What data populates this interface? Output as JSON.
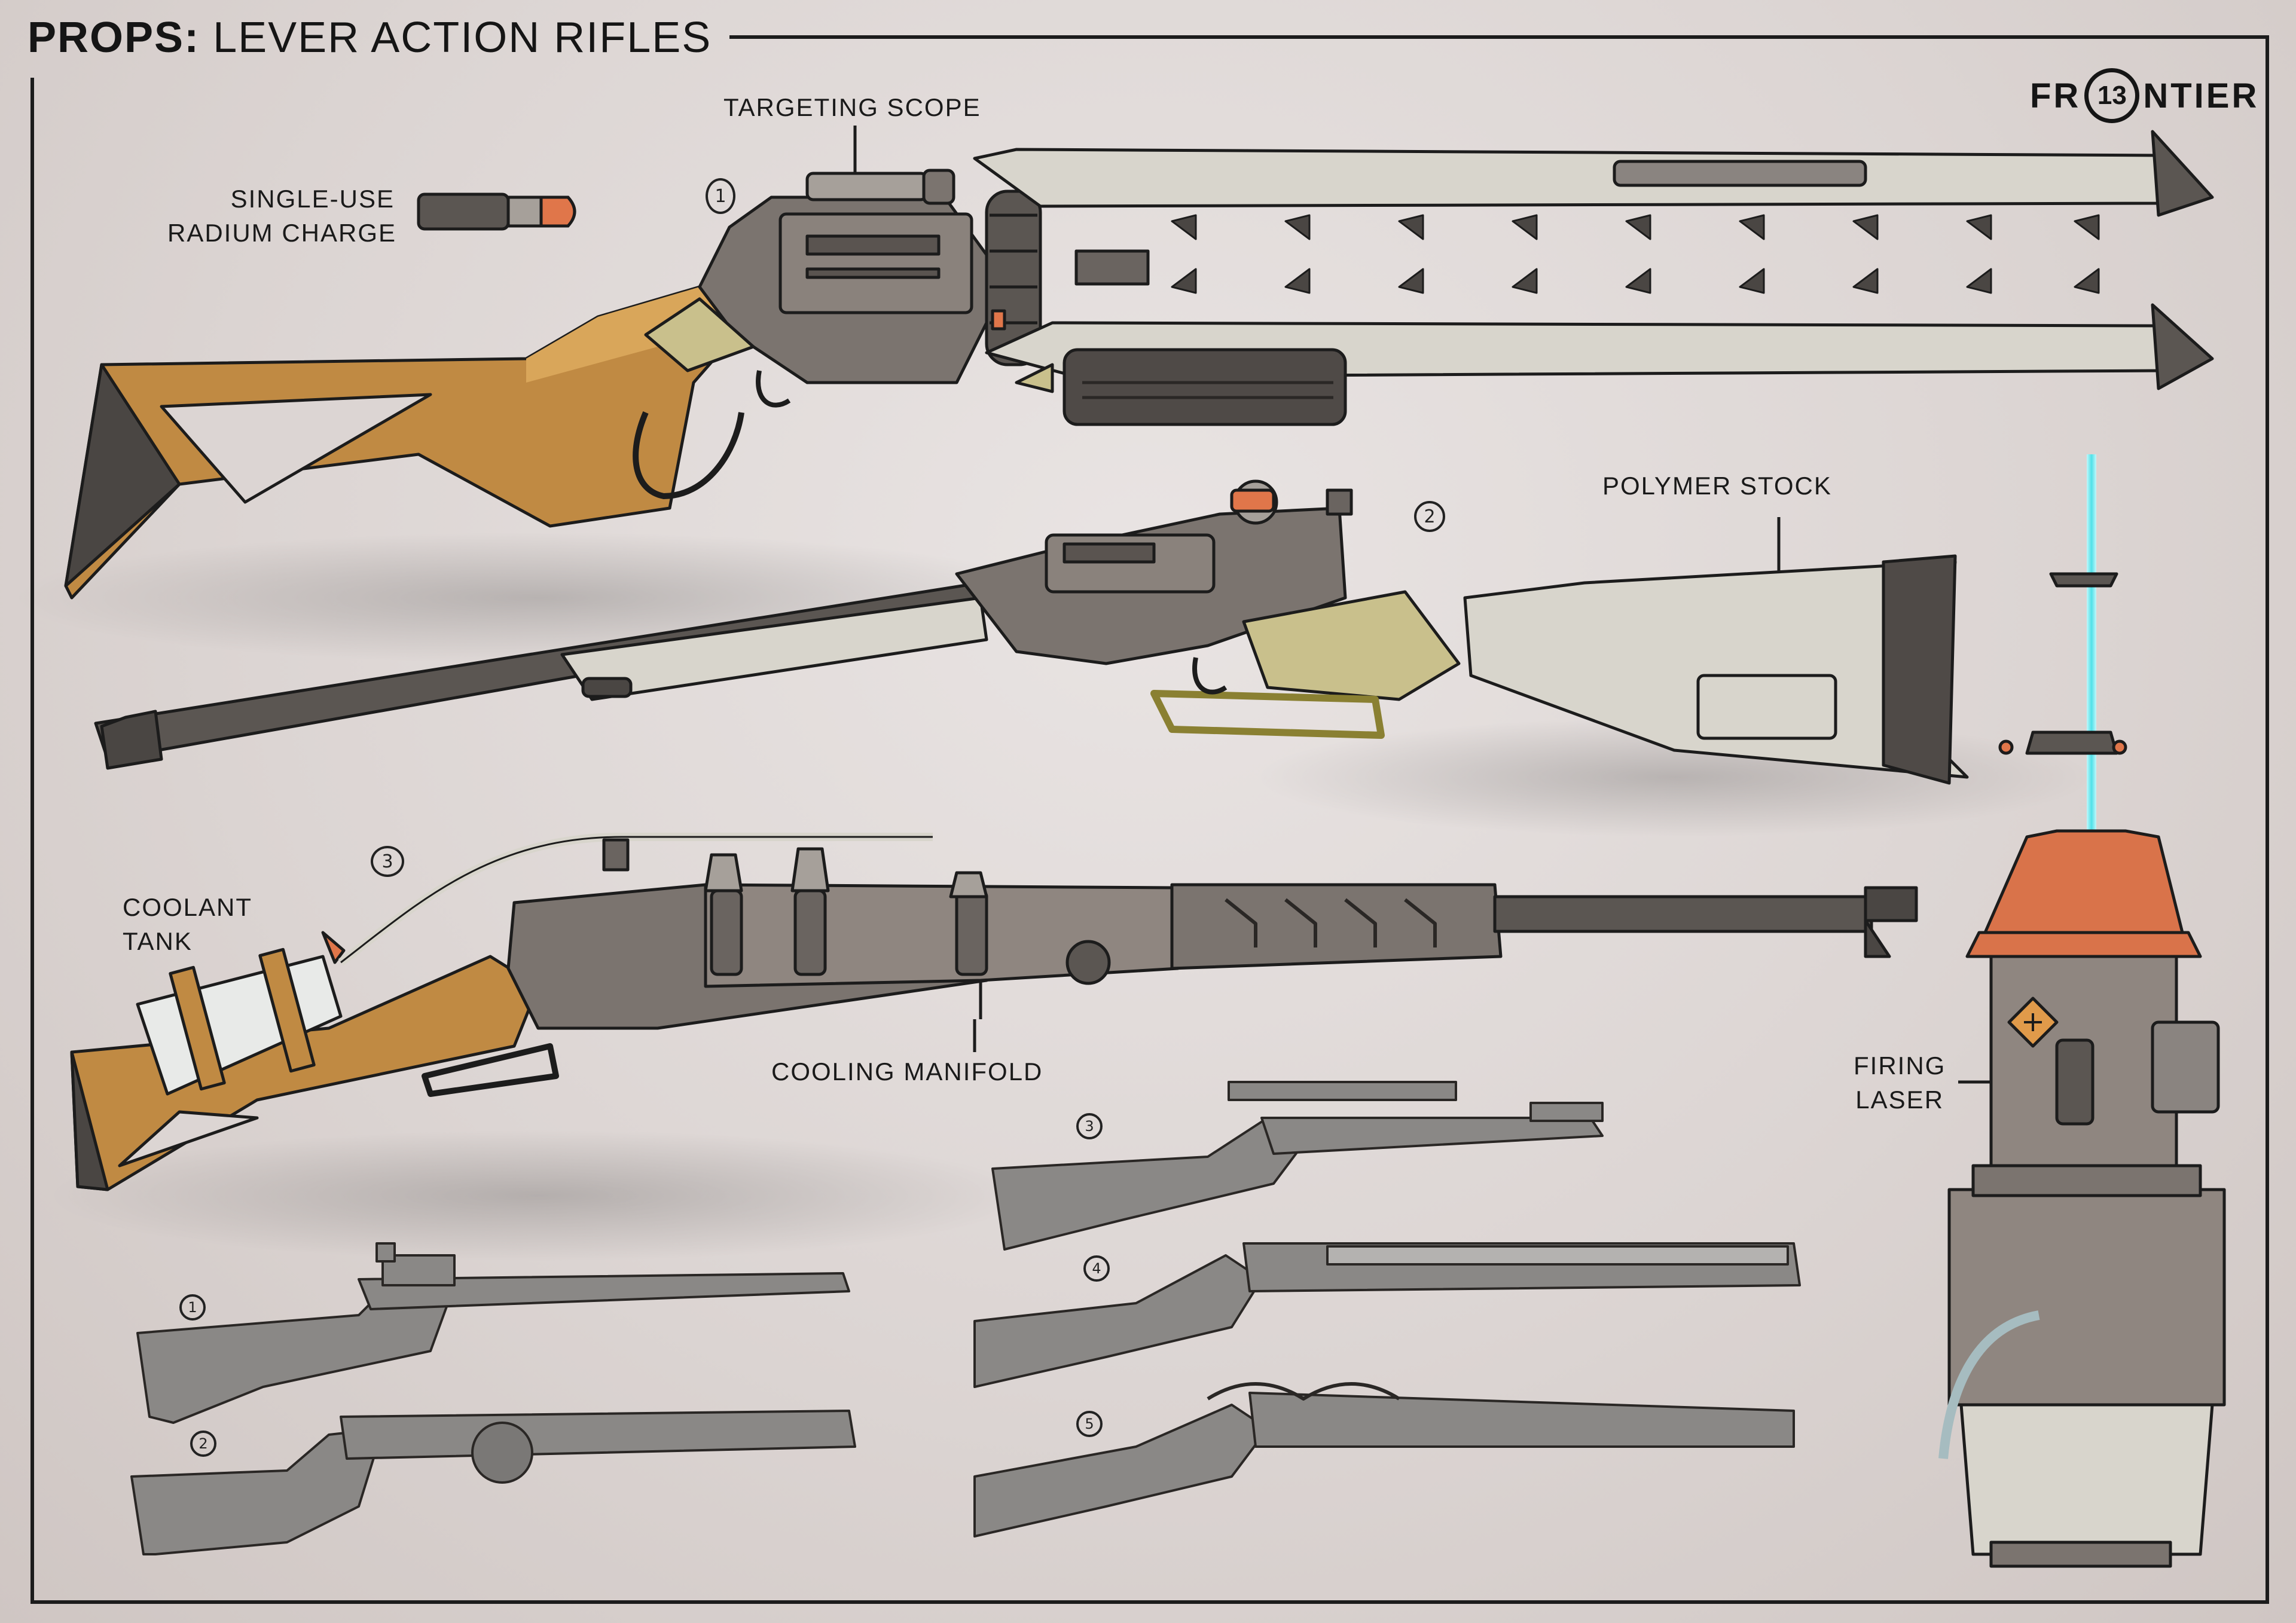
{
  "title": {
    "bold": "PROPS:",
    "rest": "LEVER ACTION RIFLES"
  },
  "logo": {
    "left": "FR",
    "circle": "13",
    "right": "NTIER"
  },
  "labels": {
    "targeting_scope": "TARGETING SCOPE",
    "radium_line1": "SINGLE-USE",
    "radium_line2": "RADIUM CHARGE",
    "polymer_stock": "POLYMER STOCK",
    "coolant_line1": "COOLANT",
    "coolant_line2": "TANK",
    "cooling_manifold": "COOLING MANIFOLD",
    "firing_line1": "FIRING",
    "firing_line2": "LASER"
  },
  "numbers": {
    "main": [
      "1",
      "2",
      "3"
    ],
    "thumb_left": [
      "1",
      "2"
    ],
    "thumb_right": [
      "3",
      "4",
      "5"
    ]
  },
  "colors": {
    "background": "#dcd5d3",
    "wood": "#c08a43",
    "metal": "#7b746f",
    "light_panel": "#d8d5cc",
    "olive": "#c9c08c",
    "accent_orange": "#e0764a",
    "laser_cyan": "#4fe0e8",
    "sketch_gray": "#8a8886",
    "ink": "#1c1c1c"
  },
  "icons": [
    "radium-charge-icon",
    "warning-diamond-icon",
    "laser-emitter-icon"
  ]
}
